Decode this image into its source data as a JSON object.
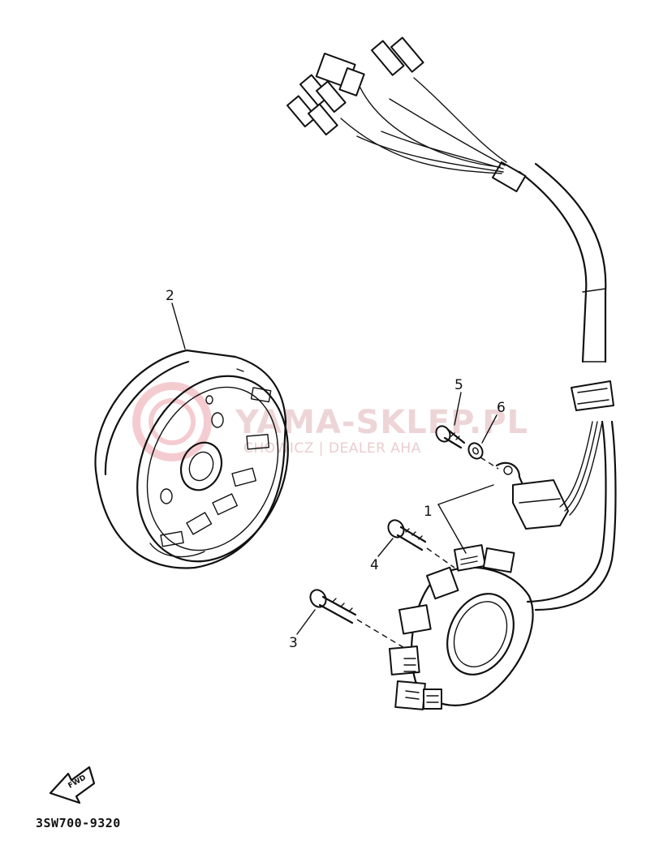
{
  "diagram": {
    "callouts": [
      "1",
      "2",
      "3",
      "4",
      "5",
      "6"
    ],
    "part_code": "3SW700-9320",
    "find_label": "FWD",
    "watermark": {
      "main": "YAMA-SKLEP.PL",
      "sub": "CHOWICZ | DEALER AHA"
    }
  },
  "colors": {
    "line": "#111111",
    "background": "#ffffff",
    "watermark": "#d9a3a8"
  }
}
